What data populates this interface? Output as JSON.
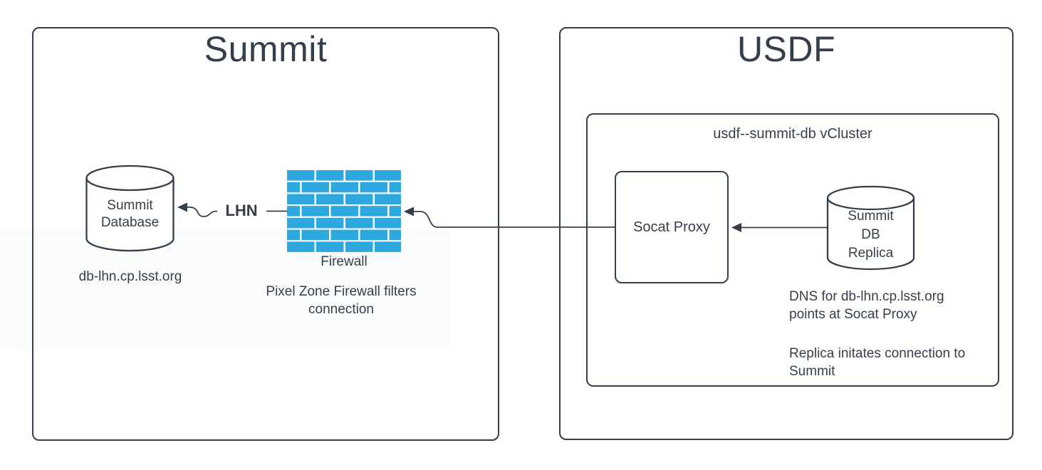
{
  "colors": {
    "stroke": "#343f4b",
    "text": "#343f4b",
    "brick_blue": "#2ea9e0",
    "background": "#ffffff"
  },
  "summit": {
    "title": "Summit",
    "database": {
      "line1": "Summit",
      "line2": "Database"
    },
    "database_caption": "db-lhn.cp.lsst.org",
    "lhn_label": "LHN",
    "firewall_label": "Firewall",
    "firewall_note": {
      "line1": "Pixel Zone Firewall filters",
      "line2": "connection"
    }
  },
  "usdf": {
    "title": "USDF",
    "vcluster_label": "usdf--summit-db vCluster",
    "socat_label": "Socat Proxy",
    "replica": {
      "line1": "Summit",
      "line2": "DB",
      "line3": "Replica"
    },
    "dns_note": {
      "line1": "DNS for db-lhn.cp.lsst.org",
      "line2": "points at Socat Proxy"
    },
    "replica_note": {
      "line1": "Replica initates connection to",
      "line2": "Summit"
    }
  }
}
